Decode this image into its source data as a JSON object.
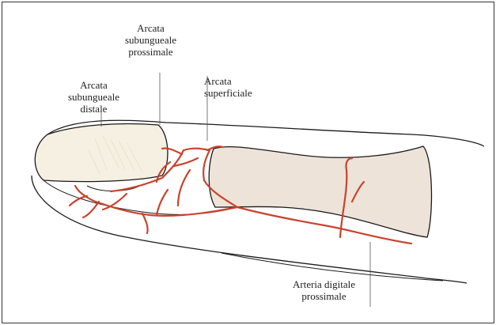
{
  "labels": {
    "arcata_distale": "Arcata\nsubungueale\ndistale",
    "arcata_prossimale": "Arcata\nsubungueale\nprossimale",
    "arcata_superficiale": "Arcata\nsuperficiale",
    "arteria_digitale": "Arteria digitale\nprossimale"
  },
  "colors": {
    "outline": "#1a1a1a",
    "artery": "#c8442e",
    "bone": "#eee3d8",
    "nail_bed": "#f6f0e2"
  }
}
